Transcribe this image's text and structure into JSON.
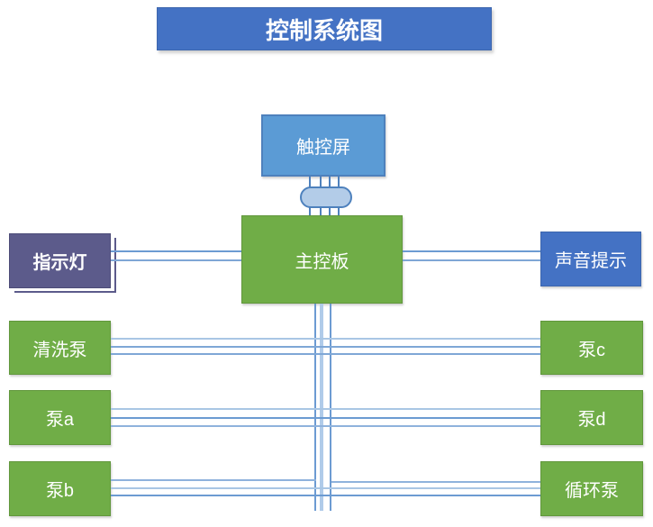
{
  "diagram": {
    "title": "控制系统图",
    "nodes": {
      "touchscreen": "触控屏",
      "mainboard": "主控板",
      "indicator": "指示灯",
      "sound_alert": "声音提示",
      "wash_pump": "清洗泵",
      "pump_a": "泵a",
      "pump_b": "泵b",
      "pump_c": "泵c",
      "pump_d": "泵d",
      "circulation_pump": "循环泵"
    },
    "connections": [
      {
        "from": "触控屏",
        "to": "主控板",
        "wires": 4,
        "via": "capsule-cable-bundle"
      },
      {
        "from": "指示灯",
        "to": "主控板",
        "wires": 2
      },
      {
        "from": "主控板",
        "to": "声音提示",
        "wires": 2
      },
      {
        "from": "清洗泵",
        "to": "泵c",
        "wires": 3,
        "crosses": "mainboard-bus"
      },
      {
        "from": "泵a",
        "to": "泵d",
        "wires": 3,
        "crosses": "mainboard-bus"
      },
      {
        "from": "泵b",
        "to": "循环泵",
        "wires": 3,
        "crosses": "mainboard-bus"
      },
      {
        "from": "主控板",
        "to": "bottom-bus",
        "wires": 3
      }
    ],
    "colors": {
      "title_blue": "#4472C4",
      "touchscreen_blue": "#5B9BD5",
      "node_green": "#70AD47",
      "indicator_purple": "#5C5B8B",
      "sound_blue": "#4472C4",
      "capsule_fill": "#B3CCE8",
      "wire_blue": "#6C9BD2",
      "wire_light_blue": "#A9C6E4",
      "text_white": "#FFFFFF"
    }
  }
}
